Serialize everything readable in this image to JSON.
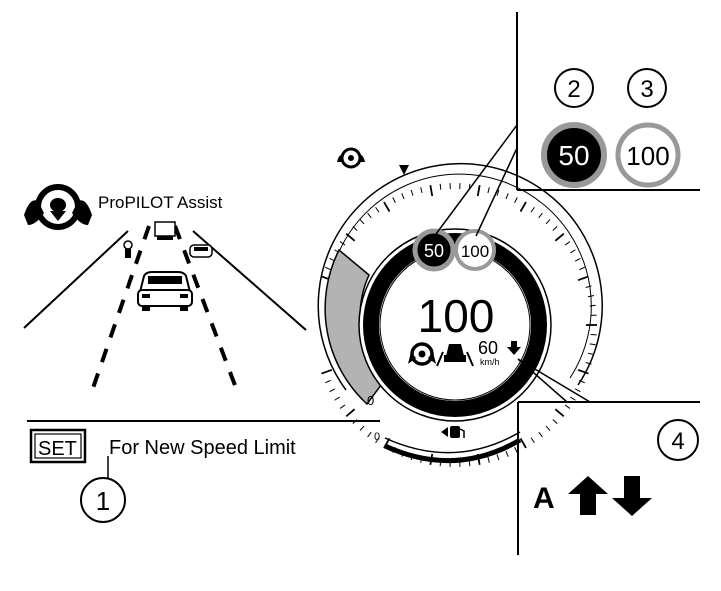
{
  "left_panel": {
    "title": "ProPILOT Assist"
  },
  "set_notice": {
    "badge": "SET",
    "text": "For New Speed Limit"
  },
  "gauge": {
    "speed_limit_current": "50",
    "speed_limit_new": "100",
    "main_speed": "100",
    "set_speed": "60",
    "unit": "km/h",
    "zero_label": "0",
    "fuel_zero_label": "0"
  },
  "inset_signs": {
    "current": "50",
    "new": "100"
  },
  "inset_arrows": {
    "label": "A"
  },
  "callouts": {
    "c1": "1",
    "c2": "2",
    "c3": "3",
    "c4": "4"
  },
  "colors": {
    "ink": "#000000",
    "gray_band": "#b3b3b3",
    "sign_border_gray": "#999999"
  },
  "icons": [
    "steering-assist-icon",
    "car-icon",
    "truck-icon",
    "motorcycle-icon",
    "lead-vehicle-icon",
    "fuel-icon",
    "arrow-up-icon",
    "arrow-down-icon"
  ]
}
